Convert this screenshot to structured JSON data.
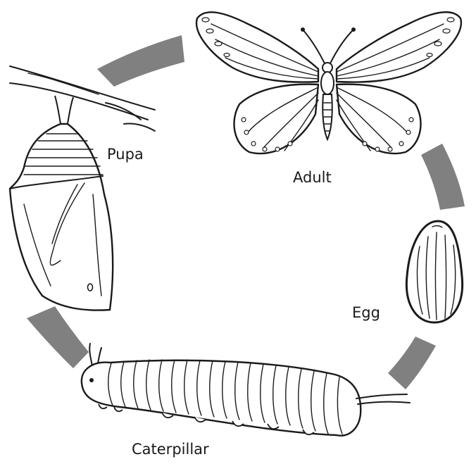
{
  "labels": {
    "adult": "Adult",
    "egg": "Egg",
    "caterpillar": "Caterpillar",
    "pupa": "Pupa"
  },
  "colors": {
    "arrow": "#808080",
    "line": "#1a1a1a",
    "background": "#ffffff"
  },
  "cycle_order": [
    "Adult",
    "Egg",
    "Caterpillar",
    "Pupa"
  ]
}
